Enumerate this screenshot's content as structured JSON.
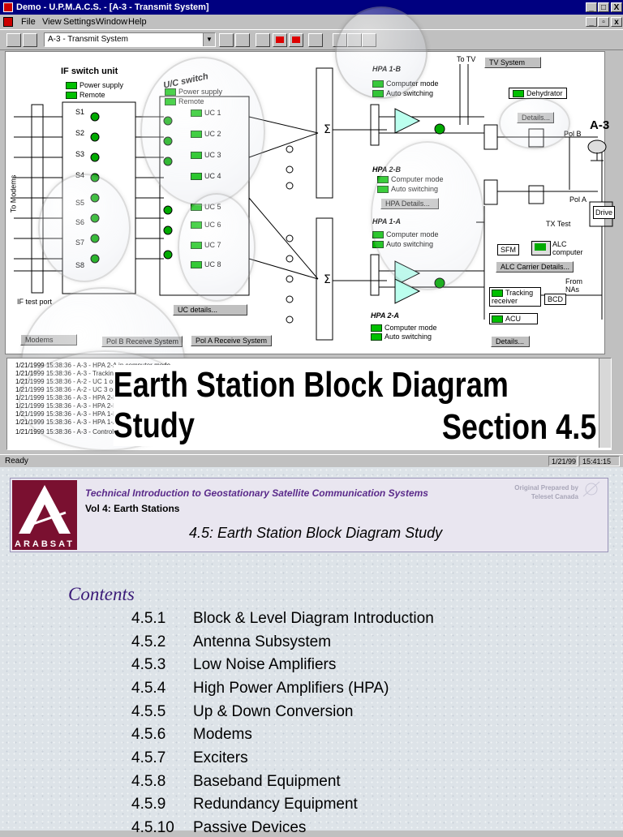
{
  "window": {
    "title": "Demo - U.P.M.A.C.S. - [A-3 - Transmit System]",
    "controls": {
      "minimize": "_",
      "maximize": "□",
      "close": "X"
    }
  },
  "menu": [
    "File",
    "View",
    "Settings",
    "Window",
    "Help"
  ],
  "toolbar": {
    "combo_value": "A-3 - Transmit System"
  },
  "diagram": {
    "if_switch_title": "IF switch unit",
    "if_indicators": [
      "Power supply",
      "Remote"
    ],
    "switches": [
      "S1",
      "S2",
      "S3",
      "S4",
      "S5",
      "S6",
      "S7",
      "S8"
    ],
    "to_modems": "To Modems",
    "if_test_port": "IF test port",
    "uc_switch_title": "U/C switch",
    "uc_indicators": [
      "Power supply",
      "Remote"
    ],
    "uc_units": [
      "UC 1",
      "UC 2",
      "UC 3",
      "UC 4",
      "UC 5",
      "UC 6",
      "UC 7",
      "UC 8"
    ],
    "uc_details": "UC details...",
    "to_tv": "To TV",
    "tv_system": "TV System",
    "hpa_1b": "HPA 1-B",
    "hpa_2b": "HPA 2-B",
    "hpa_1a": "HPA 1-A",
    "hpa_2a": "HPA 2-A",
    "hpa_modes": [
      "Computer mode",
      "Auto switching"
    ],
    "hpa_details": "HPA Details...",
    "dehydrator": "Dehydrator",
    "details": "Details...",
    "pol_b": "Pol B",
    "pol_a": "Pol A",
    "station": "A-3",
    "tx_test": "TX Test",
    "drive": "Drive",
    "sfm": "SFM",
    "alc_computer": "ALC computer",
    "alc_carrier_details": "ALC Carrier Details...",
    "tracking_receiver": "Tracking receiver",
    "bcd": "BCD",
    "from_nas": "From NAs",
    "acu": "ACU",
    "pol_b_receive": "Pol B Receive System",
    "pol_a_receive": "Pol A Receive System",
    "modems": "Modems"
  },
  "log": {
    "lines": [
      "1/21/1999 15:38:36 - A-3 - HPA 2-A in computer mode",
      "1/21/1999 15:38:36 - A-3 - Tracking receiver in remote mode",
      "1/21/1999 15:38:36 - A-2 - UC 1 on line",
      "1/21/1999 15:38:36 - A-2 - UC 3 on line",
      "1/21/1999 15:38:36 - A-3 - HPA 2-B standby",
      "1/21/1999 15:38:36 - A-3 - HPA 2-B TV standby",
      "1/21/1999 15:38:36 - A-3 - HPA 1-B in computer mode",
      "1/21/1999 15:38:36 - A-3 - HPA 1-A in computer mode",
      "1/21/1999 15:38:36 - A-3 - Control level is operator"
    ],
    "title_line1": "Earth Station Block Diagram Study",
    "title_line2": "Section 4.5"
  },
  "status": {
    "ready": "Ready",
    "date": "1/21/99",
    "time": "15:41:15"
  },
  "slide": {
    "logo_text": "ARABSAT",
    "series": "Technical Introduction to Geostationary Satellite Communication Systems",
    "volume": "Vol 4: Earth Stations",
    "section": "4.5: Earth Station Block Diagram Study",
    "credit_line1": "Original Prepared by",
    "credit_line2": "Teleset Canada",
    "contents_heading": "Contents",
    "toc": [
      {
        "num": "4.5.1",
        "title": "Block & Level Diagram Introduction"
      },
      {
        "num": "4.5.2",
        "title": "Antenna Subsystem"
      },
      {
        "num": "4.5.3",
        "title": "Low Noise Amplifiers"
      },
      {
        "num": "4.5.4",
        "title": "High Power Amplifiers (HPA)"
      },
      {
        "num": "4.5.5",
        "title": "Up & Down Conversion"
      },
      {
        "num": "4.5.6",
        "title": "Modems"
      },
      {
        "num": "4.5.7",
        "title": "Exciters"
      },
      {
        "num": "4.5.8",
        "title": "Baseband Equipment"
      },
      {
        "num": "4.5.9",
        "title": "Redundancy Equipment"
      },
      {
        "num": "4.5.10",
        "title": "Passive Devices"
      }
    ]
  }
}
